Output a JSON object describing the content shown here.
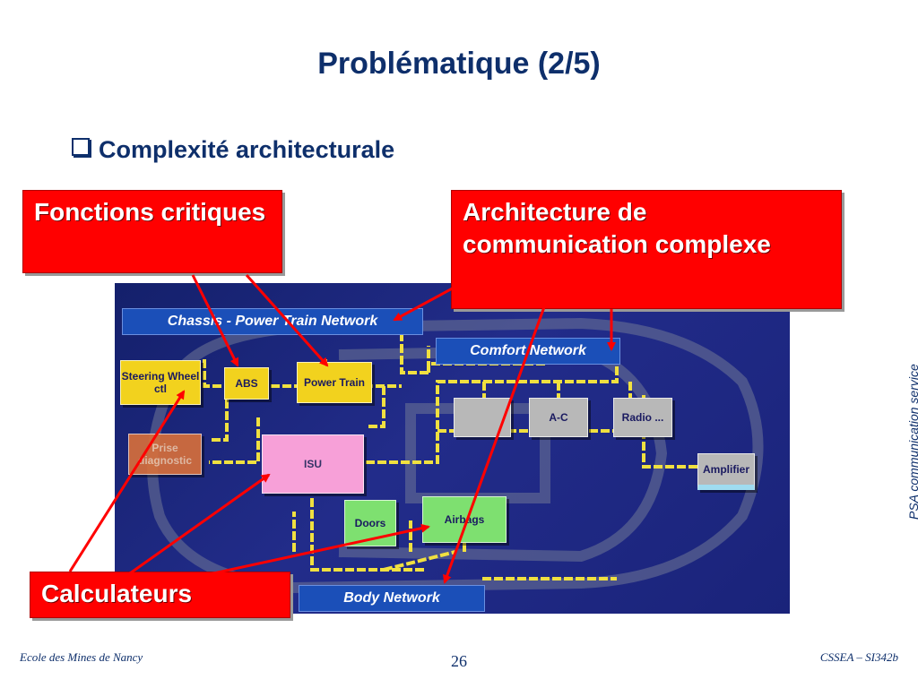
{
  "slide": {
    "title": "Problématique (2/5)",
    "bullet": "Complexité architecturale",
    "side_text": "PSA communication service",
    "footer_left": "Ecole des Mines de Nancy",
    "page_number": "26",
    "footer_right": "CSSEA – SI342b"
  },
  "callouts": {
    "critical": "Fonctions critiques",
    "architecture": "Architecture de communication complexe",
    "ecus": "Calculateurs"
  },
  "networks": {
    "chassis": "Chassis - Power Train Network",
    "comfort": "Comfort Network",
    "body": "Body Network"
  },
  "ecus": {
    "steering": "Steering Wheel ctl",
    "abs": "ABS",
    "power_train": "Power Train",
    "prise": "Prise diagnostic",
    "isu": "ISU",
    "doors": "Doors",
    "airbags": "Airbags",
    "ac": "A-C",
    "radio": "Radio ...",
    "amplifier": "Amplifier"
  },
  "colors": {
    "title": "#0e2f6b",
    "callout": "#ff0000",
    "network_line": "#f0e040",
    "diagram_bg": "#1a237a"
  }
}
